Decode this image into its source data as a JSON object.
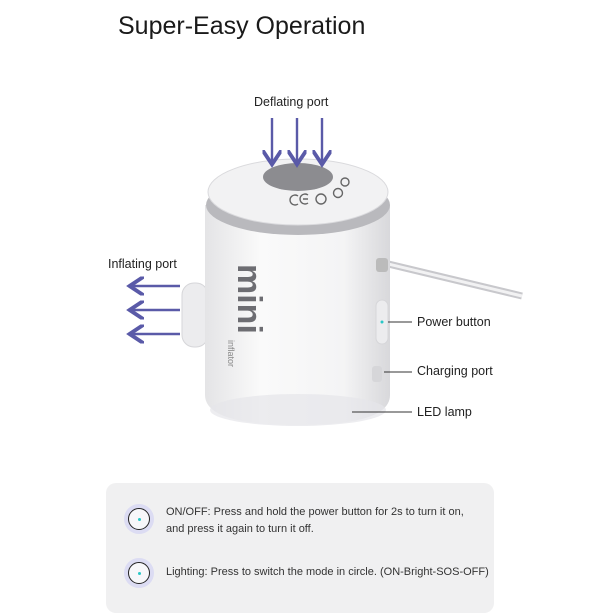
{
  "title": "Super-Easy Operation",
  "labels": {
    "deflating_port": "Deflating port",
    "inflating_port": "Inflating port",
    "power_button": "Power button",
    "charging_port": "Charging port",
    "led_lamp": "LED lamp"
  },
  "product": {
    "brand_text": "mini",
    "sub_text": "inflator"
  },
  "info": [
    {
      "line1": "ON/OFF: Press and hold the power button for 2s to turn it on,",
      "line2": "and press it again to turn it off."
    },
    {
      "line1": "Lighting: Press to switch the mode in circle. (ON-Bright-SOS-OFF)"
    }
  ],
  "colors": {
    "arrow": "#5a5aa8",
    "panel": "#f0f0f1",
    "indicator": "#29c7c7"
  }
}
